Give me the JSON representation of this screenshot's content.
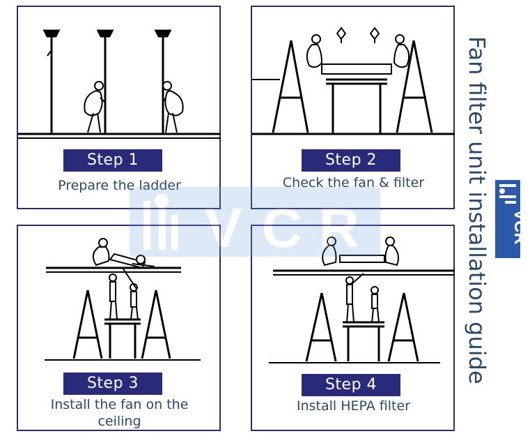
{
  "title": "Fan filter unit installation guide",
  "brand": {
    "name": "VCR",
    "color": "#2a5aa8"
  },
  "colors": {
    "badge": "#2a2a7a",
    "caption": "#2a4a6a",
    "border": "#2c2c6c"
  },
  "steps": [
    {
      "label": "Step 1",
      "caption": "Prepare the ladder"
    },
    {
      "label": "Step 2",
      "caption": "Check the fan & filter"
    },
    {
      "label": "Step 3",
      "caption": "Install the fan on the ceiling"
    },
    {
      "label": "Step 4",
      "caption": "Install HEPA filter"
    }
  ]
}
